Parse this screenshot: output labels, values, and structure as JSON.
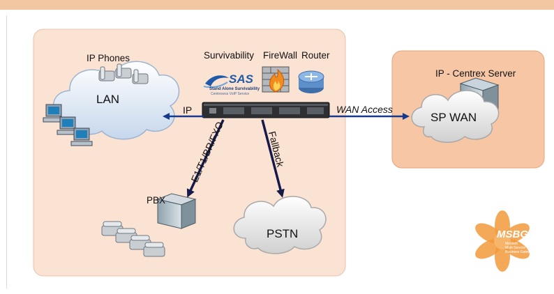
{
  "labels": {
    "ip_phones": "IP Phones",
    "survivability": "Survivability",
    "firewall": "FireWall",
    "router": "Router",
    "ip_centrex": "IP - Centrex Server",
    "lan": "LAN",
    "ip_link": "IP",
    "wan_access": "WAN Access",
    "sp_wan": "SP WAN",
    "e1_link": "E1/T1/BR/FXO",
    "fallback": "Fallback",
    "pbx": "PBX",
    "pstn": "PSTN"
  },
  "sas_logo": {
    "mark": "SAS",
    "line1": "Stand Alone Survivability",
    "line2": "Centrexess VoIP Service"
  },
  "msbg_logo": {
    "mark": "MSBG",
    "line1": "Mediant",
    "line2": "Multi-Service",
    "line3": "Business Gateway"
  },
  "colors": {
    "panel": "#fbe3d4",
    "right_panel": "#f7c7a5",
    "link": "#16398f",
    "cloud_lan": "#dfe9f5",
    "cloud_gray": "#e4e4e4",
    "accent": "#f29a3b"
  }
}
